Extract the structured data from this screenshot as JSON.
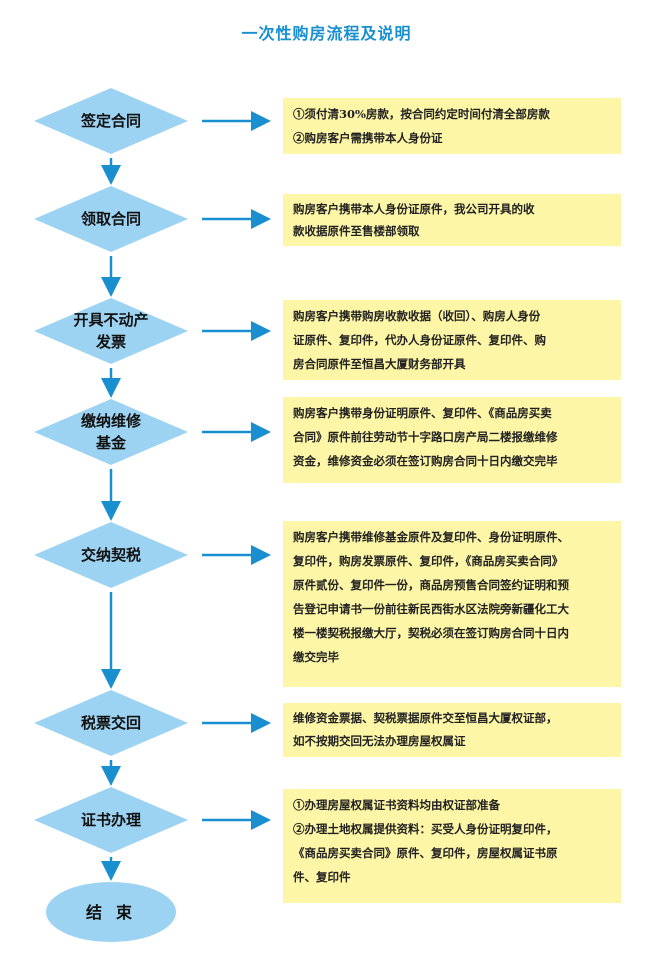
{
  "title": "一次性购房流程及说明",
  "colors": {
    "shape": "#9dd3f2",
    "arrow": "#1a8fd0",
    "note_bg": "#fdf6a6",
    "title": "#1a8fd0"
  },
  "steps": [
    {
      "label_lines": [
        "签定合同"
      ],
      "note_lines": [
        "①须付清30%房款，按合同约定时间付清全部房款",
        "②购房客户需携带本人身份证"
      ]
    },
    {
      "label_lines": [
        "领取合同"
      ],
      "note_lines": [
        "购房客户携带本人身份证原件，我公司开具的收",
        "款收据原件至售楼部领取"
      ]
    },
    {
      "label_lines": [
        "开具不动产",
        "发票"
      ],
      "note_lines": [
        "购房客户携带购房收款收据（收回）、购房人身份",
        "证原件、复印件，代办人身份证原件、复印件、购",
        "房合同原件至恒昌大厦财务部开具"
      ]
    },
    {
      "label_lines": [
        "缴纳维修",
        "基金"
      ],
      "note_lines": [
        "购房客户携带身份证明原件、复印件、《商品房买卖",
        "合同》原件前往劳动节十字路口房产局二楼报缴维修",
        "资金，维修资金必须在签订购房合同十日内缴交完毕"
      ]
    },
    {
      "label_lines": [
        "交纳契税"
      ],
      "note_lines": [
        "购房客户携带维修基金原件及复印件、身份证明原件、",
        "复印件，购房发票原件、复印件，《商品房买卖合同》",
        "原件贰份、复印件一份，商品房预售合同签约证明和预",
        "告登记申请书一份前往新民西街水区法院旁新疆化工大",
        "楼一楼契税报缴大厅，契税必须在签订购房合同十日内",
        "缴交完毕"
      ]
    },
    {
      "label_lines": [
        "税票交回"
      ],
      "note_lines": [
        "维修资金票据、契税票据原件交至恒昌大厦权证部，",
        "如不按期交回无法办理房屋权属证"
      ]
    },
    {
      "label_lines": [
        "证书办理"
      ],
      "note_lines": [
        "①办理房屋权属证书资料均由权证部准备",
        "②办理土地权属提供资料：买受人身份证明复印件，",
        "《商品房买卖合同》原件、复印件，房屋权属证书原",
        "件、复印件"
      ]
    }
  ],
  "end_label": "结束"
}
